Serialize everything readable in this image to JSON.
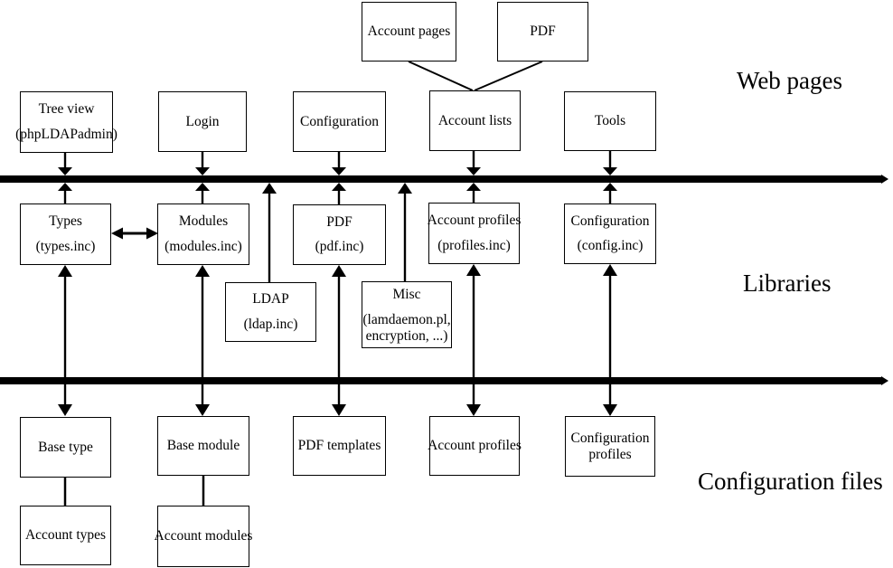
{
  "sections": {
    "web_pages": "Web pages",
    "libraries": "Libraries",
    "config_files": "Configuration files"
  },
  "nodes": {
    "account_pages": {
      "line1": "Account pages"
    },
    "pdf_top": {
      "line1": "PDF"
    },
    "tree_view": {
      "line1": "Tree view",
      "line2": "(phpLDAPadmin)"
    },
    "login": {
      "line1": "Login"
    },
    "configuration_page": {
      "line1": "Configuration"
    },
    "account_lists": {
      "line1": "Account lists"
    },
    "tools": {
      "line1": "Tools"
    },
    "types": {
      "line1": "Types",
      "line2": "(types.inc)"
    },
    "modules": {
      "line1": "Modules",
      "line2": "(modules.inc)"
    },
    "pdf_lib": {
      "line1": "PDF",
      "line2": "(pdf.inc)"
    },
    "account_profiles_lib": {
      "line1": "Account profiles",
      "line2": "(profiles.inc)"
    },
    "configuration_lib": {
      "line1": "Configuration",
      "line2": "(config.inc)"
    },
    "ldap": {
      "line1": "LDAP",
      "line2": "(ldap.inc)"
    },
    "misc": {
      "line1": "Misc",
      "line2": "(lamdaemon.pl,",
      "line3": "encryption, ...)"
    },
    "base_type": {
      "line1": "Base type"
    },
    "base_module": {
      "line1": "Base module"
    },
    "pdf_templates": {
      "line1": "PDF templates"
    },
    "account_profiles_files": {
      "line1": "Account profiles"
    },
    "configuration_profiles": {
      "line1": "Configuration",
      "line2": "profiles"
    },
    "account_types": {
      "line1": "Account types"
    },
    "account_modules": {
      "line1": "Account modules"
    }
  },
  "colors": {
    "line": "#000000",
    "background": "#ffffff"
  }
}
